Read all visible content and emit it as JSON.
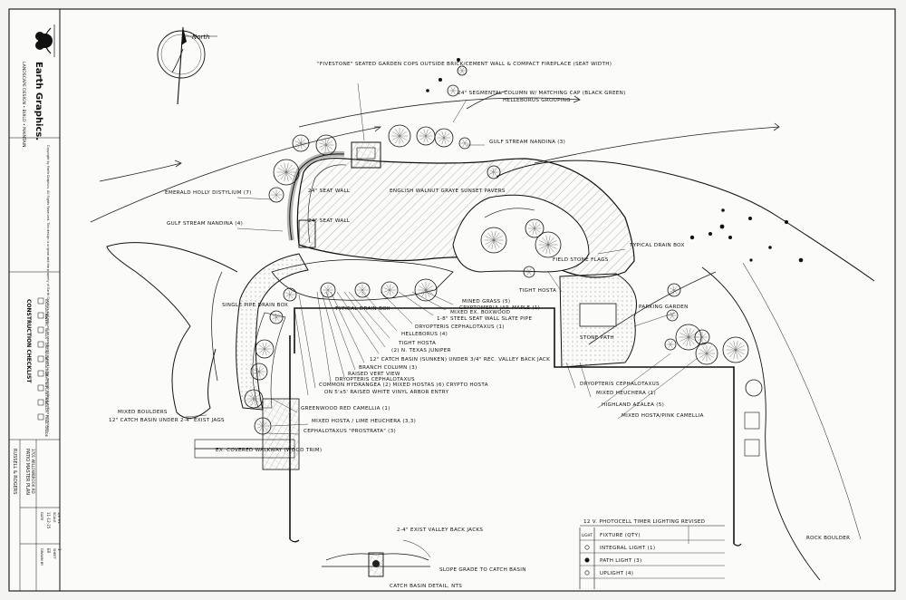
{
  "sheet": {
    "north_label": "North",
    "company_name": "Earth Graphics.",
    "company_tagline": "LANDSCAPE DESIGN • BUILD • MAINTAIN",
    "copyright_text": "Copyright by Earth Graphics. All Rights Reserved. This design is original and the property of Earth Graphics and may not be reproduced or used in any manner without written permission.",
    "checklist_title": "CONSTRUCTION CHECKLIST",
    "checklist_items": [
      "EXCAVATION",
      "PAVERS",
      "WALLS",
      "DRAINAGE",
      "IRRIGATION",
      "LIGHTING",
      "PLANTINGS",
      "MULCH",
      "FINAL GRADE"
    ],
    "title_block": {
      "client_name": "RUSSELL & ROGERS",
      "project": "PATIO MASTER PLAN",
      "address": "3701 WILLOWBROOK RD",
      "date_label": "DATE",
      "date": "11-12-15",
      "scale_label": "SCALE",
      "scale": "1/8\"=1'",
      "drawn_label": "DRAWN BY",
      "drawn_by": "ER",
      "sheet_label": "SHEET",
      "sheet_no": "1"
    }
  },
  "callouts": [
    "\"FIVESTONE\" SEATED GARDEN COPS OUTSIDE BRICK/CEMENT WALL & COMPACT FIREPLACE (SEAT WIDTH)",
    "24\" SEGMENTAL COLUMN W/ MATCHING CAP (BLACK GREEN)",
    "HELLEBORUS GROUPING",
    "GULF STREAM NANDINA (3)",
    "EMERALD HOLLY DISTYLIUM (7)",
    "GULF STREAM NANDINA (4)",
    "24\" SEAT WALL",
    "24\" SEAT WALL",
    "ENGLISH WALNUT GRAYE SUNSET PAVERS",
    "TYPICAL DRAIN BOX",
    "PARKING GARDEN",
    "TIGHT HOSTA",
    "MINED GRASS (5)",
    "CRYPTOMERIA JAP. MAPLE (1)",
    "MIXED EX. BOXWOOD",
    "1-8\" STEEL SEAT WALL SLATE PIPE",
    "DRYOPTERIS CEPHALOTAXUS (1)",
    "HELLEBORUS (4)",
    "TIGHT HOSTA",
    "(2) N. TEXAS JUNIPER",
    "12\" CATCH BASIN (SUNKEN) UNDER 3/4\" REC. VALLEY BACK JACK",
    "BRANCH COLUMN (3)",
    "RAISED VERT VIEW",
    "DRYOPTERIS CEPHALOTAXUS",
    "COMMON HYDRANGEA (2) MIXED HOSTAS (6) CRYPTO HOSTA",
    "ON 5'x5' RAISED WHITE VINYL ARBOR ENTRY",
    "GREENWOOD RED CAMELLIA (1)",
    "MIXED HOSTA / LIME HEUCHERA (3,3)",
    "CEPHALOTAXUS \"PROSTRATA\" (3)",
    "MIXED BOULDERS",
    "12\" CATCH BASIN UNDER 2-4\" EXIST JAGS",
    "EX. COVERED WALKWAY (WOOD TRIM)",
    "DRYOPTERIS CEPHALOTAXUS",
    "MIXED HEUCHERA (1)",
    "HIGHLAND AZALEA (5)",
    "MIXED HOSTA/PINK CAMELLIA",
    "STONE PATH",
    "TYPICAL DRAIN BOX",
    "SINGLE PIPE DRAIN BOX",
    "FIELD STONE FLAGS",
    "2-4\" EXIST VALLEY BACK JACKS",
    "SLOPE GRADE TO CATCH BASIN",
    "CATCH BASIN DETAIL, NTS",
    "ROCK BOULDER"
  ],
  "lighting_legend": {
    "title": "12 V. PHOTOCELL TIMER LIGHTING REVISED",
    "items": [
      {
        "symbol": "LIGHT",
        "label": "FIXTURE (QTY)"
      },
      {
        "symbol": "",
        "label": "INTEGRAL LIGHT (1)"
      },
      {
        "symbol": "",
        "label": "PATH LIGHT (3)"
      },
      {
        "symbol": "",
        "label": "UPLIGHT (4)"
      }
    ]
  }
}
